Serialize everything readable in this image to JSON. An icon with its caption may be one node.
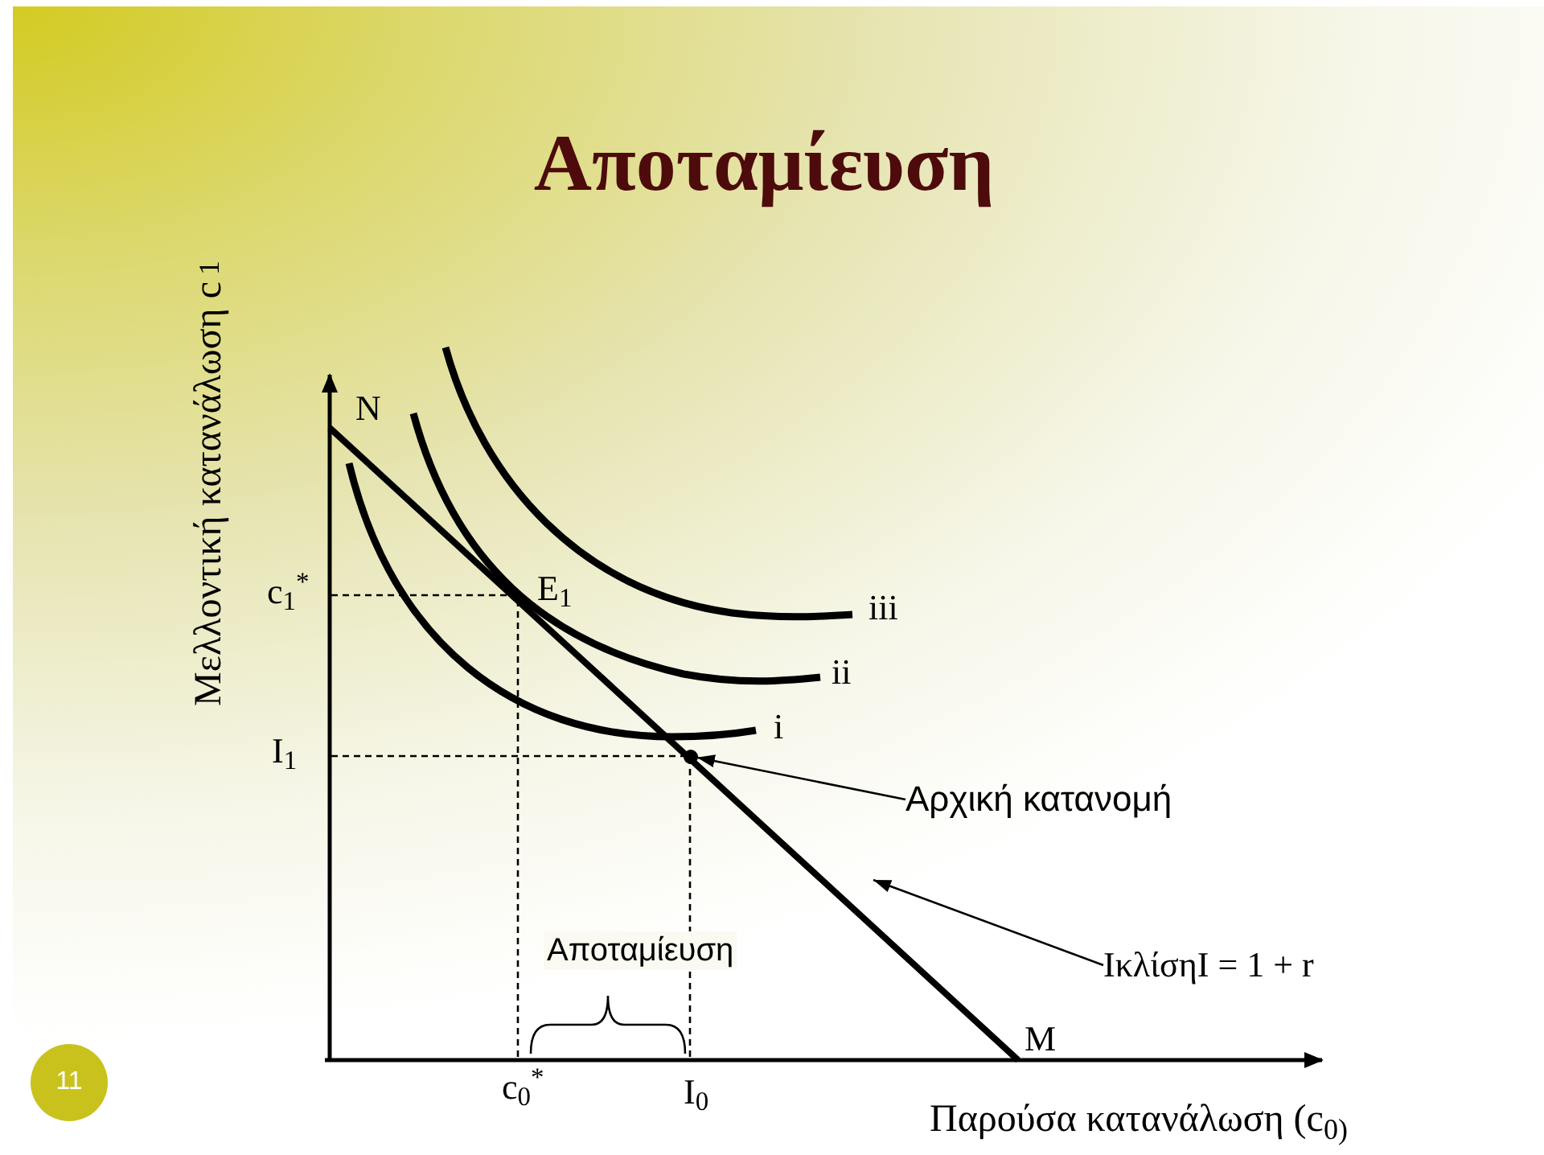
{
  "diagram": {
    "title": "Αποταμίευση",
    "nodes": [
      {
        "text": [
          "Αρχική κατανομή"
        ]
      },
      {
        "text": [],
        "shape": "circle"
      },
      {
        "text": [
          "ΙκλίσηI = 1 + r"
        ]
      }
    ],
    "edges": [
      {
        "from": 0,
        "to": 1,
        "arrow": "to"
      },
      {
        "from": 2,
        "to": null,
        "arrow": "to"
      }
    ],
    "labels": [
      "Μελλοντική κατανάλωση c$_{1}$",
      "N",
      "c$_{1}$$^{*}$",
      "E$_{1}$",
      "iii",
      "ii",
      "i",
      "I$_{1}$",
      "Αποταμίευση",
      "M",
      "11",
      "c$_{0}$$^{*}$",
      "I$_{0}$",
      "Παρούσα κατανάλωση (c$_{0)}$"
    ]
  }
}
